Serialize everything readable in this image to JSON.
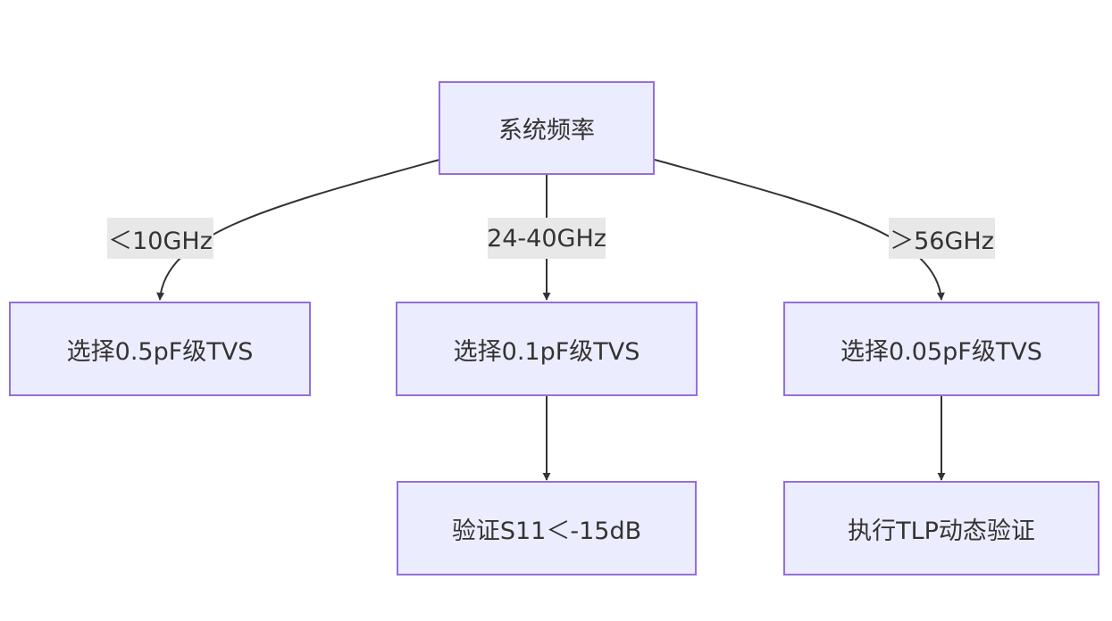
{
  "nodes": {
    "root": "系统频率",
    "tvs_05": "选择0.5pF级TVS",
    "tvs_01": "选择0.1pF级TVS",
    "tvs_005": "选择0.05pF级TVS",
    "verify_s11": "验证S11＜-15dB",
    "tlp_verify": "执行TLP动态验证"
  },
  "edges": {
    "lt10": "＜10GHz",
    "band24_40": "24-40GHz",
    "gt56": "＞56GHz"
  },
  "colors": {
    "node_fill": "#ececff",
    "node_border": "#9370db",
    "line": "#333333",
    "label_bg": "#e8e8e8"
  }
}
